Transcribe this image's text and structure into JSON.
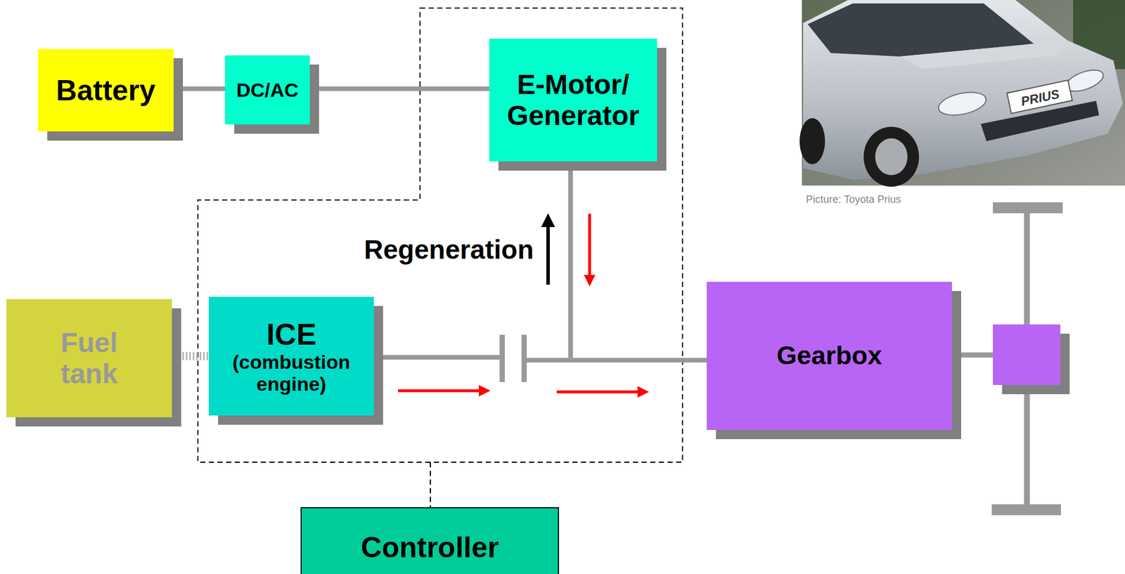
{
  "diagram": {
    "nodes": [
      {
        "text": [
          "Battery"
        ]
      },
      {
        "text": [
          "DC/AC"
        ]
      },
      {
        "text": [
          "E-Motor/ Generator"
        ]
      },
      {
        "text": [
          "Fuel tank"
        ]
      },
      {
        "text": [
          "ICE",
          "(combustion engine)"
        ]
      },
      {
        "text": [
          "Gearbox"
        ]
      },
      {
        "text": [
          "Controller"
        ]
      }
    ],
    "edges": [
      {
        "from": 0,
        "to": 1,
        "arrow": "none"
      },
      {
        "from": 1,
        "to": 2,
        "arrow": "none"
      },
      {
        "from": 3,
        "to": 4,
        "arrow": "none"
      },
      {
        "from": 4,
        "to": 5,
        "arrow": "none"
      },
      {
        "from": 2,
        "to": 5,
        "arrow": "none"
      }
    ],
    "labels": [
      "Regeneration",
      "Picture: Toyota Prius",
      "PRIUS"
    ]
  }
}
